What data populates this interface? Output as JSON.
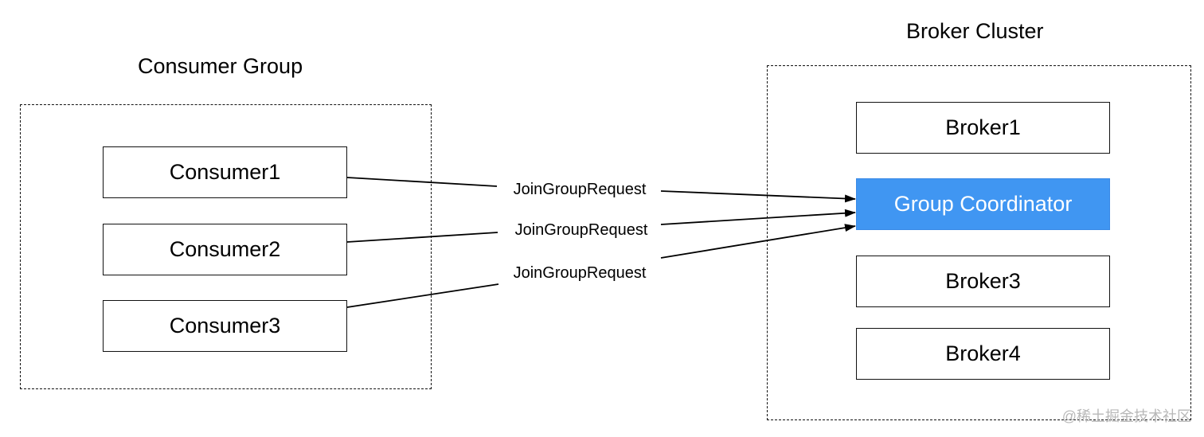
{
  "consumer_group": {
    "title": "Consumer Group",
    "consumers": [
      "Consumer1",
      "Consumer2",
      "Consumer3"
    ]
  },
  "broker_cluster": {
    "title": "Broker Cluster",
    "brokers": [
      "Broker1",
      "Group Coordinator",
      "Broker3",
      "Broker4"
    ],
    "coordinator_color": "#4096f2"
  },
  "requests": [
    "JoinGroupRequest",
    "JoinGroupRequest",
    "JoinGroupRequest"
  ],
  "watermark": "@稀土掘金技术社区"
}
